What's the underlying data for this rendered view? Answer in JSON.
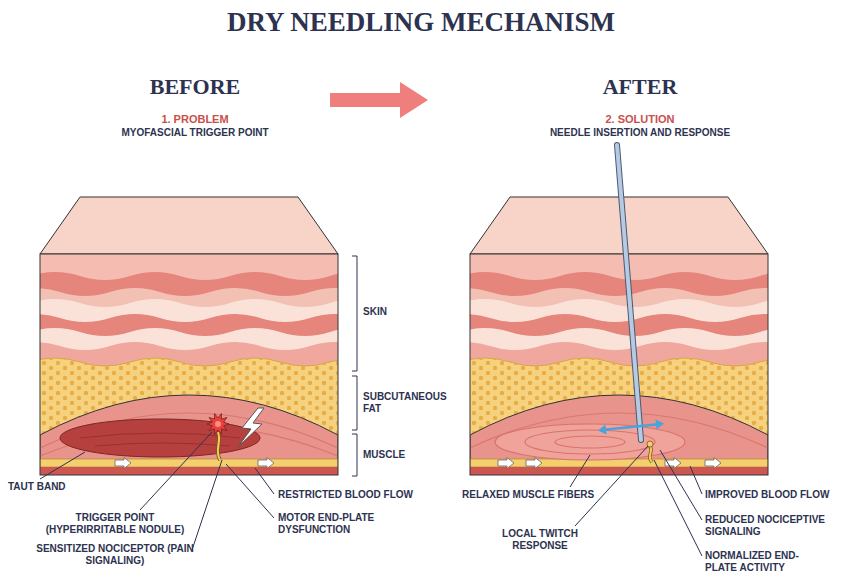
{
  "diagram": {
    "title": "DRY NEEDLING MECHANISM",
    "labels": [
      "BEFORE",
      "1. PROBLEM",
      "MYOFASCIAL TRIGGER POINT",
      "AFTER",
      "2. SOLUTION",
      "NEEDLE INSERTION AND RESPONSE",
      "SKIN",
      "SUBCUTANEOUS FAT",
      "MUSCLE",
      "TAUT BAND",
      "TRIGGER POINT (HYPERIRRITABLE NODULE)",
      "SENSITIZED NOCICEPTOR (PAIN SIGNALING)",
      "RESTRICTED BLOOD FLOW",
      "MOTOR END-PLATE DYSFUNCTION",
      "RELAXED MUSCLE FIBERS",
      "LOCAL TWITCH RESPONSE",
      "IMPROVED BLOOD FLOW",
      "REDUCED NOCICEPTIVE SIGNALING",
      "NORMALIZED END-PLATE ACTIVITY"
    ]
  }
}
